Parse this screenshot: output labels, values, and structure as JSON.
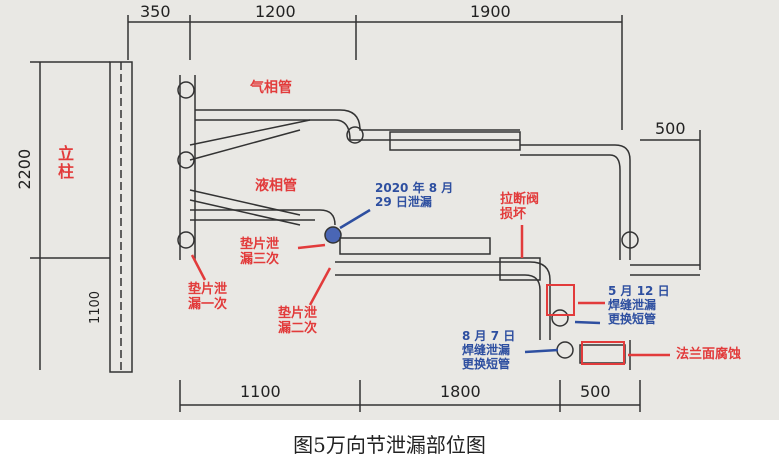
{
  "dimensions": {
    "top": [
      "350",
      "1200",
      "1900"
    ],
    "right": "500",
    "left": "2200",
    "left_lower": "1100",
    "bottom": [
      "1100",
      "1800",
      "500"
    ]
  },
  "column_label": "立\n柱",
  "pipe_labels": {
    "gas": "气相管",
    "liquid": "液相管"
  },
  "annotations": {
    "leak_2020": "2020 年 8 月\n29 日泄漏",
    "breakaway_valve": "拉断阀\n损坏",
    "gasket_three": "垫片泄\n漏三次",
    "gasket_one": "垫片泄\n漏一次",
    "gasket_two": "垫片泄\n漏二次",
    "may12": "5 月 12 日\n焊缝泄漏\n更换短管",
    "aug7": "8 月 7 日\n焊缝泄漏\n更换短管",
    "flange": "法兰面腐蚀"
  },
  "colors": {
    "red": "#e23b3b",
    "blue": "#2e4fa0"
  },
  "caption": "图5万向节泄漏部位图"
}
